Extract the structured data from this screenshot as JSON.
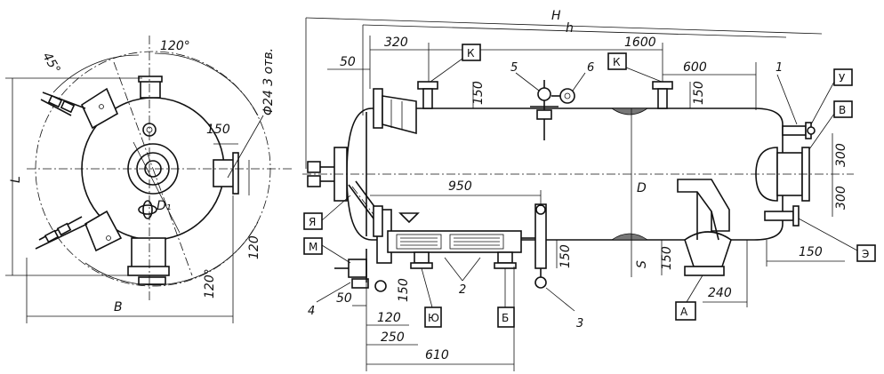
{
  "dimensions": {
    "H": "H",
    "h": "h",
    "d320": "320",
    "d1600": "1600",
    "d50_top": "50",
    "d600": "600",
    "d150_k1": "150",
    "d150_k2": "150",
    "d950": "950",
    "D": "D",
    "S": "S",
    "d150_bottom": "150",
    "d150_a": "150",
    "d240": "240",
    "d300_upper": "300",
    "d300_lower": "300",
    "d150_right": "150",
    "d50_bottom": "50",
    "d150_bl": "150",
    "d120_bottom": "120",
    "d250": "250",
    "d610": "610",
    "L": "L",
    "B": "B",
    "angle45": "45°",
    "angle120_top": "120°",
    "angle120_bottom": "120°",
    "d150_side": "150",
    "d120_side": "120",
    "D1": "D₁",
    "holes": "Φ24 3 отв."
  },
  "nozzle_labels": {
    "K1": "К",
    "K2": "К",
    "U": "У",
    "V": "В",
    "E": "Э",
    "YA": "Я",
    "M": "М",
    "YU": "Ю",
    "B_nozzle": "Б",
    "A": "А"
  },
  "callouts": {
    "n1": "1",
    "n2": "2",
    "n3": "3",
    "n4": "4",
    "n5": "5",
    "n6": "6"
  }
}
